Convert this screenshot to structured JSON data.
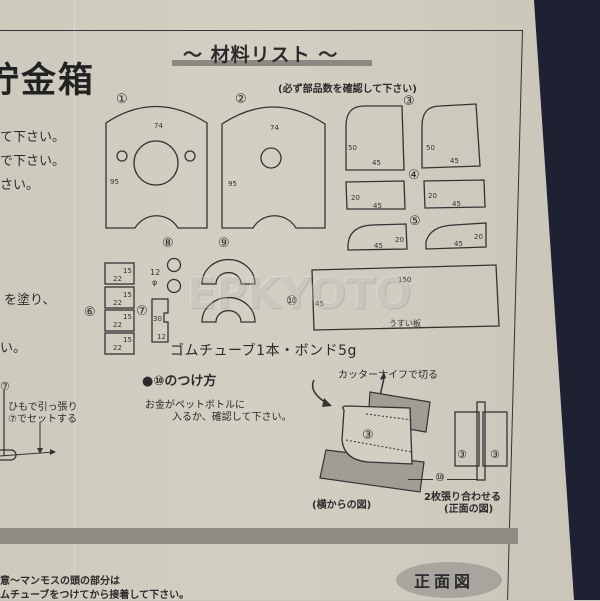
{
  "document": {
    "left_panel": {
      "title_fragment": "貯金箱",
      "lines": [
        "て下さい。",
        "で下さい。",
        "さい。"
      ],
      "line4": "を塗り、",
      "line5": "い。",
      "circle_label": "⑦",
      "annotation": [
        "ひもで引っ張り",
        "⑦でセットする"
      ]
    },
    "parts_list": {
      "title": "～ 材料リスト ～",
      "subtitle": "(必ず部品数を確認して下さい)",
      "parts": [
        {
          "id": "①",
          "dims": {
            "width": "74",
            "height": "95"
          }
        },
        {
          "id": "②",
          "dims": {
            "width": "74",
            "height": "95"
          }
        },
        {
          "id": "③",
          "dims": {
            "height": "50",
            "width": "45"
          },
          "count": 2
        },
        {
          "id": "④",
          "dims": {
            "height": "20",
            "width": "45"
          },
          "count": 2
        },
        {
          "id": "⑤",
          "dims": {
            "height": "20",
            "width": "45"
          },
          "count": 2
        },
        {
          "id": "⑥",
          "dims": {
            "height": "15",
            "width": "22"
          },
          "count": 4
        },
        {
          "id": "⑦",
          "dims": {
            "height": "30",
            "width": "12"
          }
        },
        {
          "id": "⑧",
          "dims": {
            "diameter": "12",
            "phi": "φ"
          },
          "count": 2
        },
        {
          "id": "⑨",
          "count": 2
        },
        {
          "id": "⑩",
          "dims": {
            "width": "150",
            "height": "45"
          },
          "label": "うすい板"
        }
      ],
      "extras": "ゴムチューブ1本・ボンド5g"
    },
    "attach_section": {
      "heading": "●⑩のつけ方",
      "note": [
        "お金がペットボトルに",
        "入るか、確認して下さい。"
      ],
      "cutter_note": "カッターナイフで切る",
      "side_view": {
        "part_label": "③",
        "caption": "(横からの図)"
      },
      "front_view": {
        "part_labels": [
          "③",
          "③"
        ],
        "pointer_label": "⑩",
        "caption_1": "2枚張り合わせる",
        "caption_2": "(正面の図)"
      }
    },
    "bottom": {
      "lines": [
        "意～マンモスの頭の部分は",
        "ムチューブをつけてから接着して下さい。"
      ],
      "badge": "正面図"
    },
    "watermark": "EPKYOTO"
  }
}
